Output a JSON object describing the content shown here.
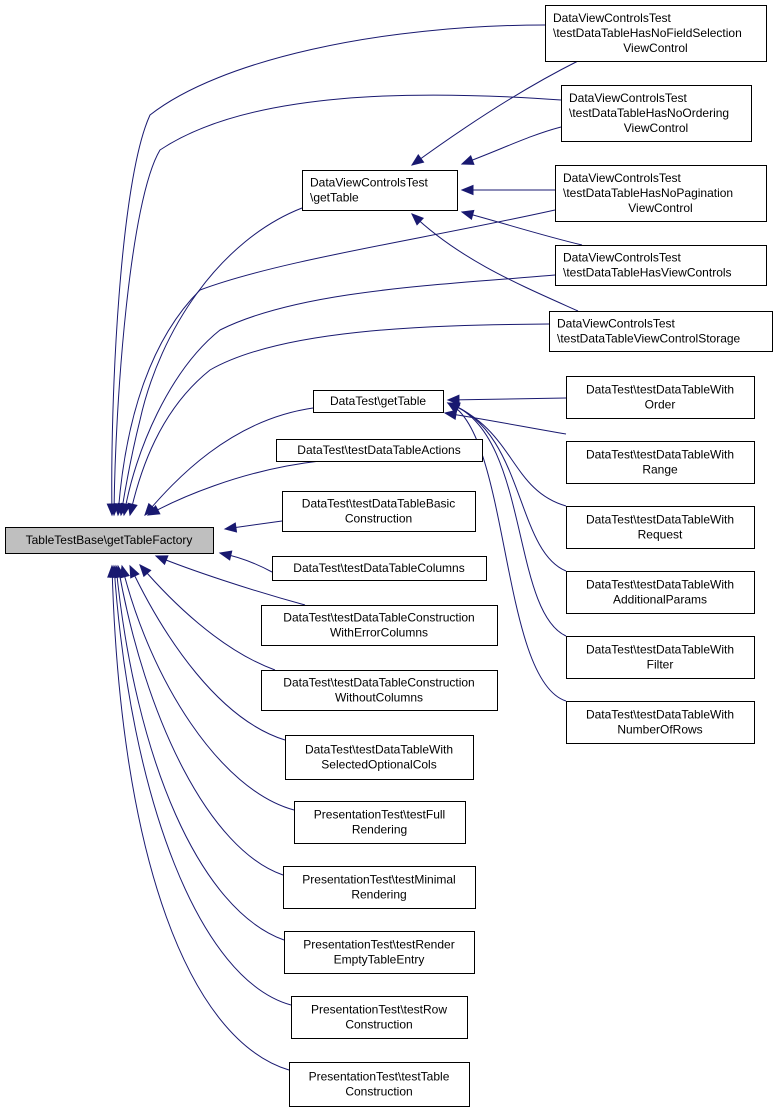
{
  "diagram": {
    "type": "caller-graph",
    "edge_color": "#191970",
    "root_fill": "#bfbfbf",
    "node_fill": "#ffffff",
    "root": "n0",
    "nodes": [
      {
        "id": "n0",
        "lines": [
          "TableTestBase\\getTableFactory"
        ],
        "root": true
      },
      {
        "id": "n1",
        "lines": [
          "DataViewControlsTest",
          "\\getTable"
        ]
      },
      {
        "id": "n2",
        "lines": [
          "DataViewControlsTest",
          "\\testDataTableHasNoFieldSelection",
          "ViewControl"
        ]
      },
      {
        "id": "n3",
        "lines": [
          "DataViewControlsTest",
          "\\testDataTableHasNoOrdering",
          "ViewControl"
        ]
      },
      {
        "id": "n4",
        "lines": [
          "DataViewControlsTest",
          "\\testDataTableHasNoPagination",
          "ViewControl"
        ]
      },
      {
        "id": "n5",
        "lines": [
          "DataViewControlsTest",
          "\\testDataTableHasViewControls"
        ]
      },
      {
        "id": "n6",
        "lines": [
          "DataViewControlsTest",
          "\\testDataTableViewControlStorage"
        ]
      },
      {
        "id": "n7",
        "lines": [
          "DataTest\\getTable"
        ]
      },
      {
        "id": "n8",
        "lines": [
          "DataTest\\testDataTableWith",
          "Order"
        ]
      },
      {
        "id": "n9",
        "lines": [
          "DataTest\\testDataTableWith",
          "Range"
        ]
      },
      {
        "id": "n10",
        "lines": [
          "DataTest\\testDataTableWith",
          "Request"
        ]
      },
      {
        "id": "n11",
        "lines": [
          "DataTest\\testDataTableWith",
          "AdditionalParams"
        ]
      },
      {
        "id": "n12",
        "lines": [
          "DataTest\\testDataTableWith",
          "Filter"
        ]
      },
      {
        "id": "n13",
        "lines": [
          "DataTest\\testDataTableWith",
          "NumberOfRows"
        ]
      },
      {
        "id": "n14",
        "lines": [
          "DataTest\\testDataTableActions"
        ]
      },
      {
        "id": "n15",
        "lines": [
          "DataTest\\testDataTableBasic",
          "Construction"
        ]
      },
      {
        "id": "n16",
        "lines": [
          "DataTest\\testDataTableColumns"
        ]
      },
      {
        "id": "n17",
        "lines": [
          "DataTest\\testDataTableConstruction",
          "WithErrorColumns"
        ]
      },
      {
        "id": "n18",
        "lines": [
          "DataTest\\testDataTableConstruction",
          "WithoutColumns"
        ]
      },
      {
        "id": "n19",
        "lines": [
          "DataTest\\testDataTableWith",
          "SelectedOptionalCols"
        ]
      },
      {
        "id": "n20",
        "lines": [
          "PresentationTest\\testFull",
          "Rendering"
        ]
      },
      {
        "id": "n21",
        "lines": [
          "PresentationTest\\testMinimal",
          "Rendering"
        ]
      },
      {
        "id": "n22",
        "lines": [
          "PresentationTest\\testRender",
          "EmptyTableEntry"
        ]
      },
      {
        "id": "n23",
        "lines": [
          "PresentationTest\\testRow",
          "Construction"
        ]
      },
      {
        "id": "n24",
        "lines": [
          "PresentationTest\\testTable",
          "Construction"
        ]
      }
    ],
    "edges": [
      {
        "from": "n1",
        "to": "n0"
      },
      {
        "from": "n2",
        "to": "n0"
      },
      {
        "from": "n2",
        "to": "n1"
      },
      {
        "from": "n3",
        "to": "n0"
      },
      {
        "from": "n3",
        "to": "n1"
      },
      {
        "from": "n4",
        "to": "n0"
      },
      {
        "from": "n4",
        "to": "n1"
      },
      {
        "from": "n5",
        "to": "n0"
      },
      {
        "from": "n5",
        "to": "n1"
      },
      {
        "from": "n6",
        "to": "n0"
      },
      {
        "from": "n6",
        "to": "n1"
      },
      {
        "from": "n7",
        "to": "n0"
      },
      {
        "from": "n8",
        "to": "n7"
      },
      {
        "from": "n9",
        "to": "n7"
      },
      {
        "from": "n10",
        "to": "n7"
      },
      {
        "from": "n11",
        "to": "n7"
      },
      {
        "from": "n12",
        "to": "n7"
      },
      {
        "from": "n13",
        "to": "n7"
      },
      {
        "from": "n14",
        "to": "n0"
      },
      {
        "from": "n15",
        "to": "n0"
      },
      {
        "from": "n16",
        "to": "n0"
      },
      {
        "from": "n17",
        "to": "n0"
      },
      {
        "from": "n18",
        "to": "n0"
      },
      {
        "from": "n19",
        "to": "n0"
      },
      {
        "from": "n20",
        "to": "n0"
      },
      {
        "from": "n21",
        "to": "n0"
      },
      {
        "from": "n22",
        "to": "n0"
      },
      {
        "from": "n23",
        "to": "n0"
      },
      {
        "from": "n24",
        "to": "n0"
      }
    ]
  }
}
